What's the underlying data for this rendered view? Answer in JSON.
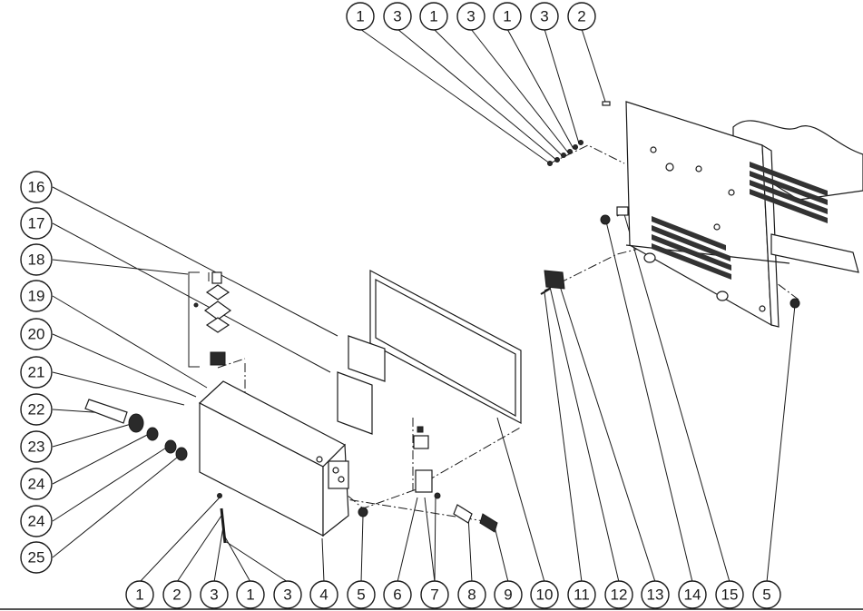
{
  "colors": {
    "line": "#1a1a1a",
    "background": "#ffffff"
  },
  "callouts": {
    "top": [
      "1",
      "3",
      "1",
      "3",
      "1",
      "3",
      "2"
    ],
    "left": [
      "16",
      "17",
      "18",
      "19",
      "20",
      "21",
      "22",
      "23",
      "24",
      "24",
      "25"
    ],
    "bottom": [
      "1",
      "2",
      "3",
      "1",
      "3",
      "4",
      "5",
      "6",
      "7",
      "8",
      "9",
      "10",
      "11",
      "12",
      "13",
      "14",
      "15",
      "5"
    ]
  }
}
